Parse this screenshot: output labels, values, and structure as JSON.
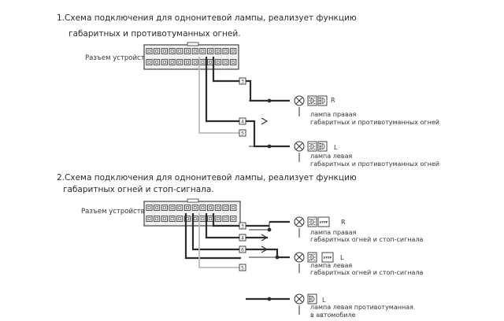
{
  "diagram1": {
    "title_line1": "1.Схема подключения для однонитевой лампы, реализует функцию",
    "title_line2": "габаритных и противотуманных огней.",
    "connector_label": "Разъем устройства",
    "terminals": [
      "3",
      "4",
      "5"
    ],
    "lamp_right": {
      "side": "R",
      "line1": "лампа правая",
      "line2": "габаритных и противотуманных огней"
    },
    "lamp_left": {
      "side": "L",
      "line1": "лампа левая",
      "line2": "габаритных и противотуманных огней"
    }
  },
  "diagram2": {
    "title_line1": "2.Схема подключения для однонитевой лампы, реализует функцию",
    "title_line2": "габаритных огней  и  стоп-сигнала.",
    "connector_label": "Разъем устройства",
    "terminals": [
      "3",
      "4",
      "6",
      "5"
    ],
    "stop_text": "STOP",
    "lamp_right": {
      "side": "R",
      "line1": "лампа правая",
      "line2": "габаритных огней  и  стоп-сигнала"
    },
    "lamp_left": {
      "side": "L",
      "line1": "лампа левая",
      "line2": "габаритных огней  и  стоп-сигнала"
    },
    "lamp_fog": {
      "side": "L",
      "line1": "лампа левая противотуманная",
      "line2": "в автомобиле"
    }
  }
}
